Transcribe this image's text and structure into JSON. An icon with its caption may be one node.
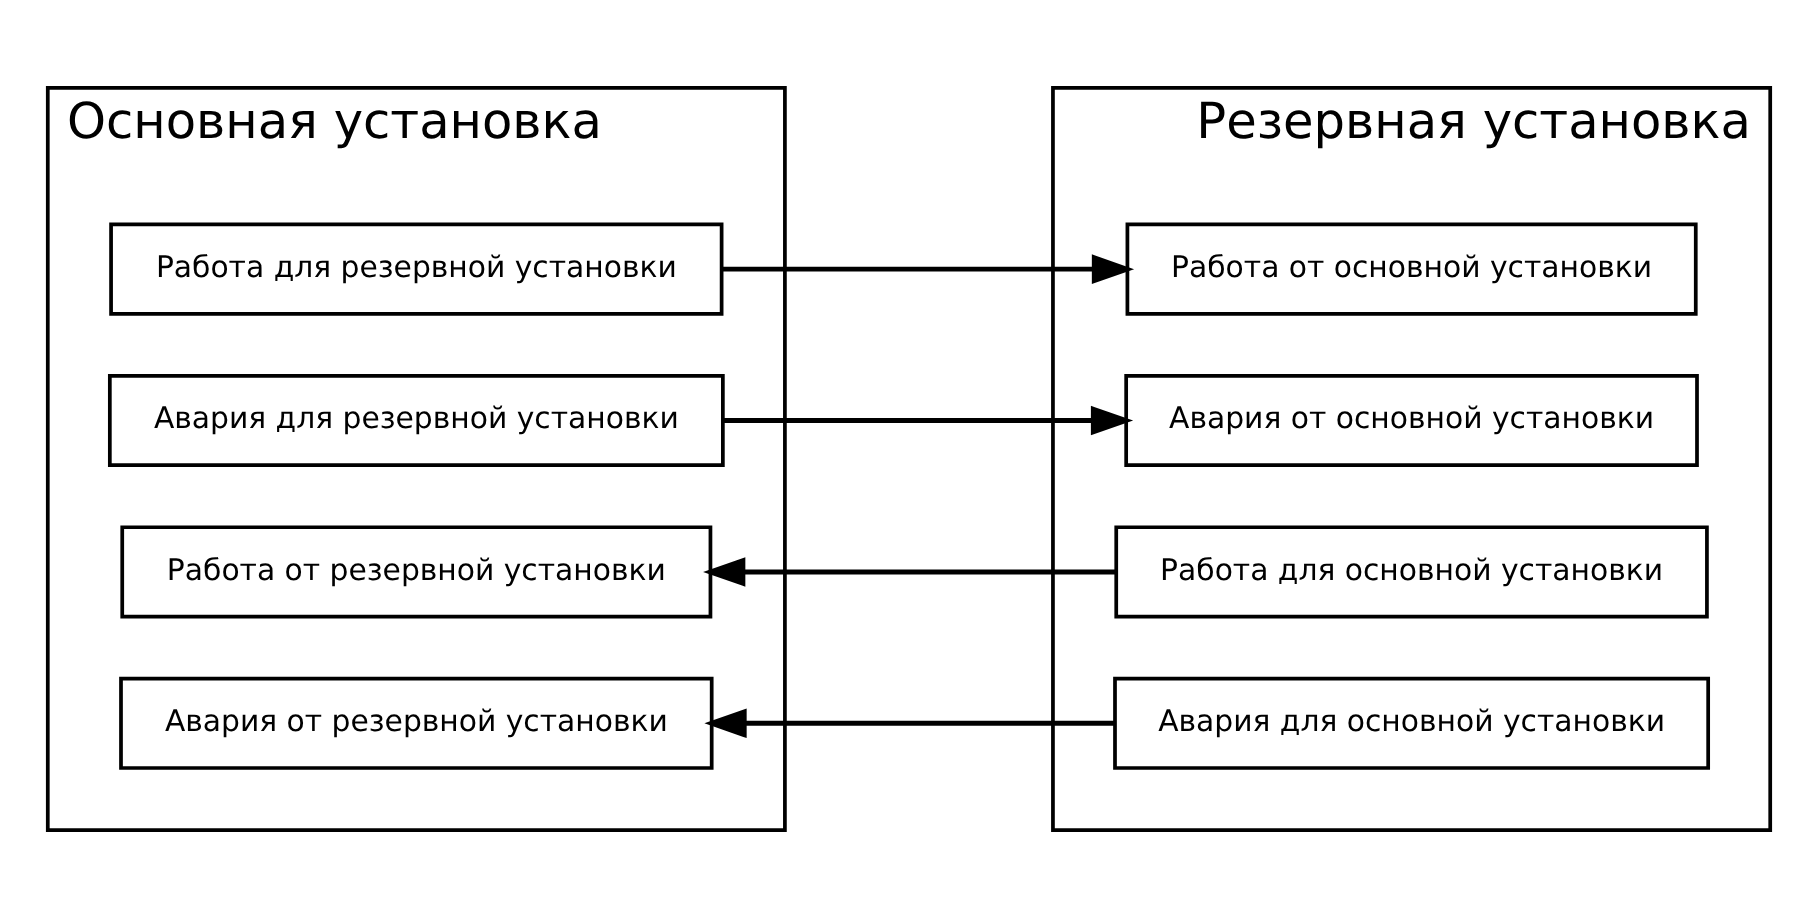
{
  "diagram": {
    "nodes": [
      {
        "text": [
          "Основная установка"
        ]
      },
      {
        "text": [
          "Резервная установка"
        ]
      },
      {
        "text": [
          "Работа для резервной установки"
        ],
        "in": 0
      },
      {
        "text": [
          "Работа от основной установки"
        ],
        "in": 1
      },
      {
        "text": [
          "Авария для резервной установки"
        ],
        "in": 0
      },
      {
        "text": [
          "Авария от основной установки"
        ],
        "in": 1
      },
      {
        "text": [
          "Работа от резервной установки"
        ],
        "in": 0
      },
      {
        "text": [
          "Работа для основной установки"
        ],
        "in": 1
      },
      {
        "text": [
          "Авария от резервной установки"
        ],
        "in": 0
      },
      {
        "text": [
          "Авария для основной установки"
        ],
        "in": 1
      }
    ],
    "edges": [
      {
        "from": 2,
        "to": 3,
        "arrow": "to"
      },
      {
        "from": 4,
        "to": 5,
        "arrow": "to"
      },
      {
        "from": 7,
        "to": 6,
        "arrow": "to"
      },
      {
        "from": 9,
        "to": 8,
        "arrow": "to"
      }
    ]
  }
}
